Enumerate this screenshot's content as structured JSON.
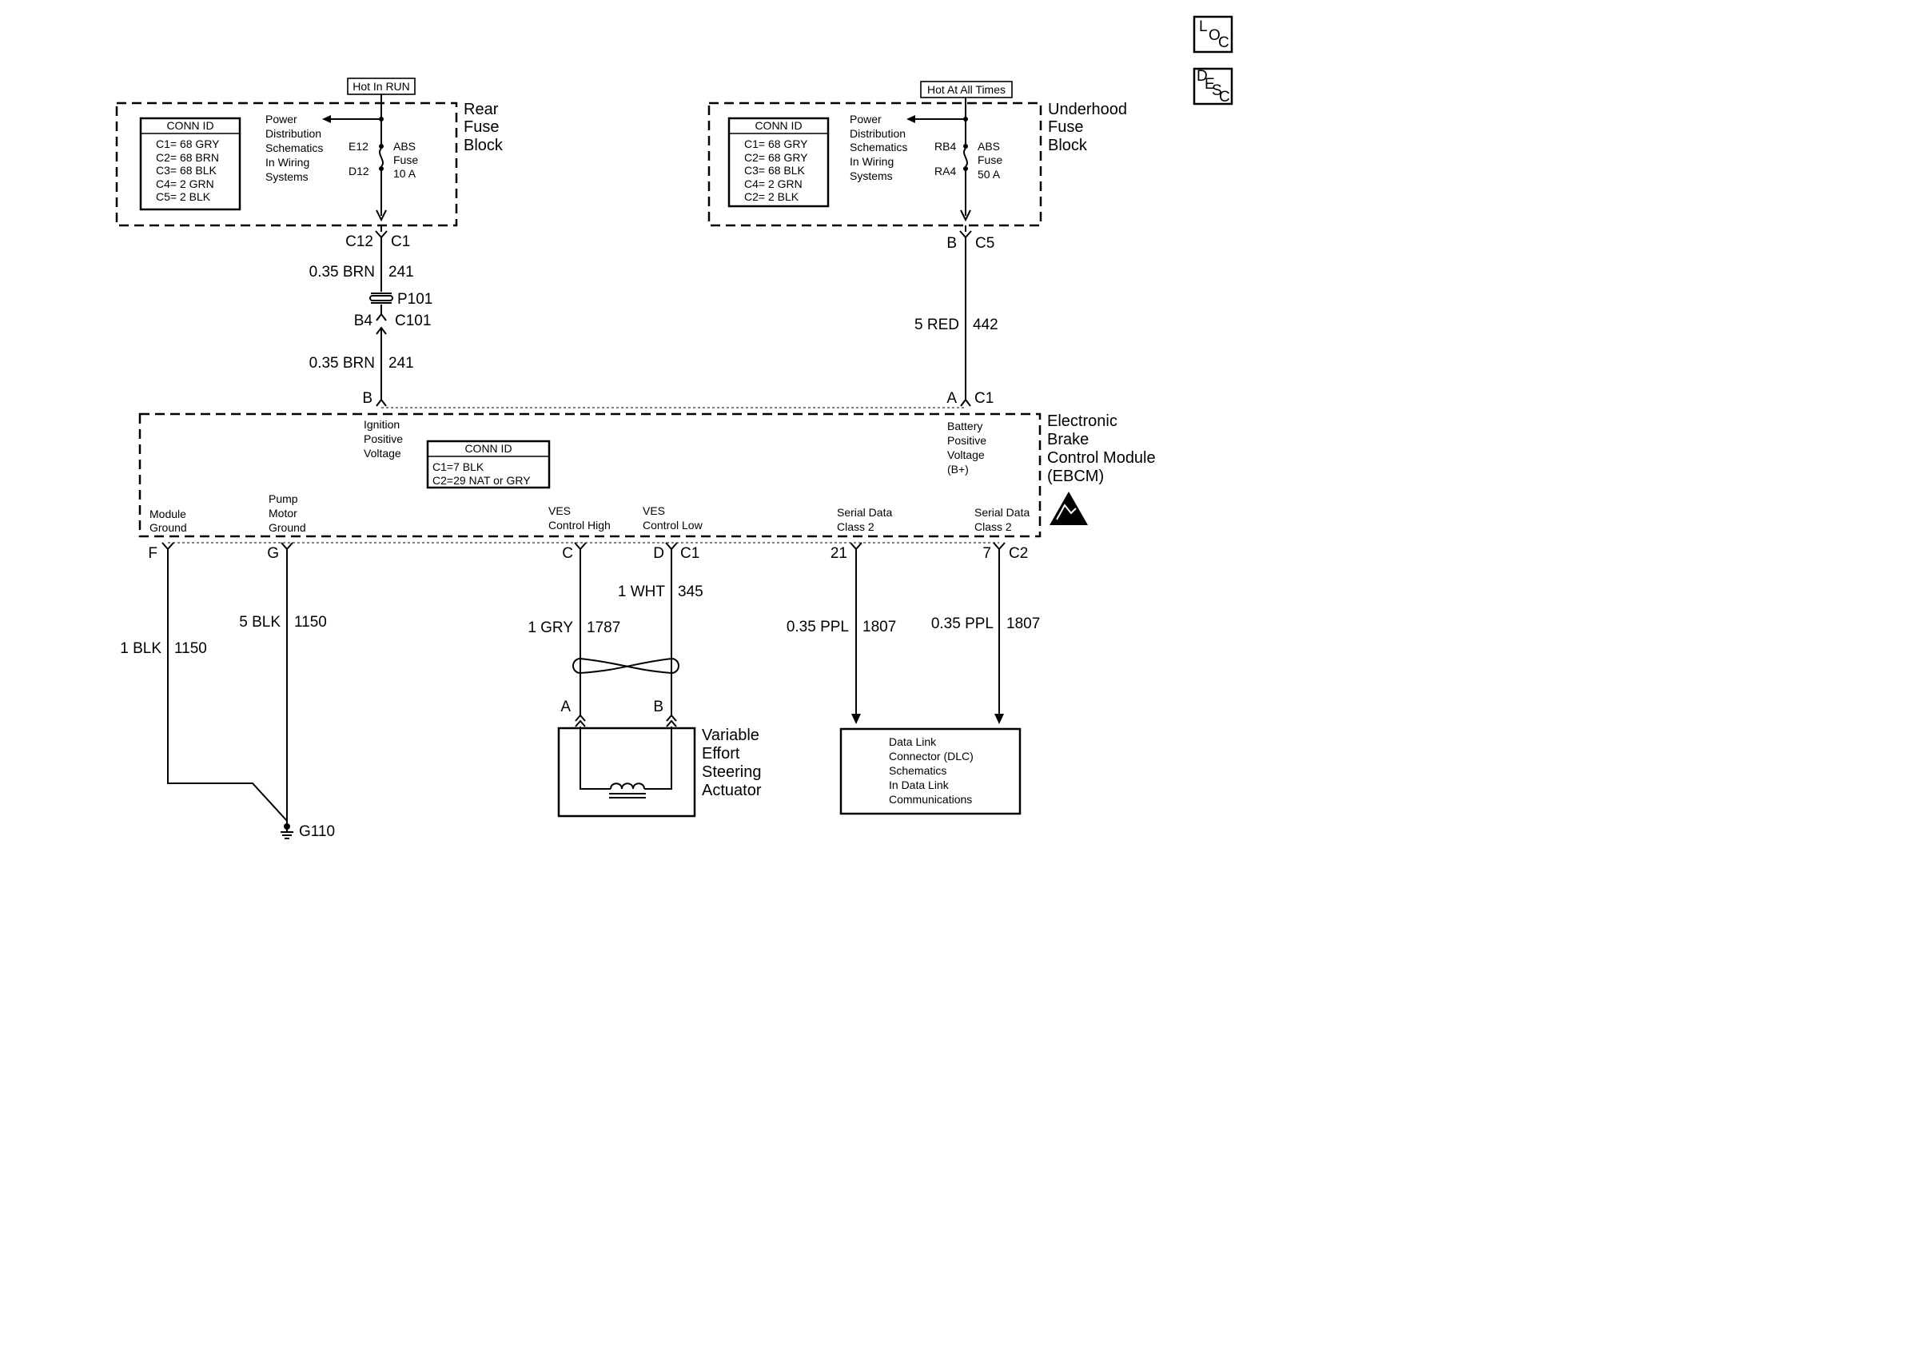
{
  "nav_icons": {
    "loc": [
      "L",
      "O",
      "C"
    ],
    "desc": [
      "D",
      "E",
      "S",
      "C"
    ]
  },
  "rear_fuse_block": {
    "hot_label": "Hot In RUN",
    "title": [
      "Rear",
      "Fuse",
      "Block"
    ],
    "conn_id_title": "CONN ID",
    "conn_ids": [
      "C1= 68 GRY",
      "C2= 68 BRN",
      "C3= 68 BLK",
      "C4= 2 GRN",
      "C5= 2 BLK"
    ],
    "power_dist": [
      "Power",
      "Distribution",
      "Schematics",
      "In Wiring",
      "Systems"
    ],
    "terminal_top": "E12",
    "terminal_bottom": "D12",
    "fuse_label": [
      "ABS",
      "Fuse",
      "10 A"
    ]
  },
  "underhood_fuse_block": {
    "hot_label": "Hot At All Times",
    "title": [
      "Underhood",
      "Fuse",
      "Block"
    ],
    "conn_id_title": "CONN ID",
    "conn_ids": [
      "C1= 68 GRY",
      "C2= 68 GRY",
      "C3= 68 BLK",
      "C4= 2 GRN",
      "C2= 2 BLK"
    ],
    "power_dist": [
      "Power",
      "Distribution",
      "Schematics",
      "In Wiring",
      "Systems"
    ],
    "terminal_top": "RB4",
    "terminal_bottom": "RA4",
    "fuse_label": [
      "ABS",
      "Fuse",
      "50 A"
    ]
  },
  "ignition_circuit": {
    "conn_top_left": "C12",
    "conn_top_right": "C1",
    "wire_upper": "0.35 BRN",
    "circuit_upper": "241",
    "splice": "P101",
    "inline_pin": "B4",
    "inline_conn": "C101",
    "wire_lower": "0.35 BRN",
    "circuit_lower": "241",
    "ebcm_pin": "B"
  },
  "battery_circuit": {
    "conn_top_left": "B",
    "conn_top_right": "C5",
    "wire": "5 RED",
    "circuit": "442",
    "ebcm_pin": "A",
    "ebcm_conn": "C1"
  },
  "ebcm": {
    "title": [
      "Electronic",
      "Brake",
      "Control Module",
      "(EBCM)"
    ],
    "ignition_label": [
      "Ignition",
      "Positive",
      "Voltage"
    ],
    "battery_label": [
      "Battery",
      "Positive",
      "Voltage",
      "(B+)"
    ],
    "conn_id_title": "CONN ID",
    "conn_ids": [
      "C1=7 BLK",
      "C2=29 NAT or GRY"
    ],
    "pins": [
      {
        "label": [
          "Module",
          "Ground"
        ],
        "pin": "F",
        "conn": ""
      },
      {
        "label": [
          "Pump",
          "Motor",
          "Ground"
        ],
        "pin": "G",
        "conn": ""
      },
      {
        "label": [
          "VES",
          "Control High"
        ],
        "pin": "C",
        "conn": ""
      },
      {
        "label": [
          "VES",
          "Control Low"
        ],
        "pin": "D",
        "conn": "C1"
      },
      {
        "label": [
          "Serial Data",
          "Class 2"
        ],
        "pin": "21",
        "conn": ""
      },
      {
        "label": [
          "Serial Data",
          "Class 2"
        ],
        "pin": "7",
        "conn": "C2"
      }
    ]
  },
  "lower_wires": [
    {
      "wire": "1 BLK",
      "circuit": "1150"
    },
    {
      "wire": "5 BLK",
      "circuit": "1150"
    },
    {
      "wire": "1 GRY",
      "circuit": "1787"
    },
    {
      "wire": "1 WHT",
      "circuit": "345"
    },
    {
      "wire": "0.35 PPL",
      "circuit": "1807"
    },
    {
      "wire": "0.35 PPL",
      "circuit": "1807"
    }
  ],
  "ground": "G110",
  "actuator": {
    "pin_a": "A",
    "pin_b": "B",
    "title": [
      "Variable",
      "Effort",
      "Steering",
      "Actuator"
    ]
  },
  "dlc": {
    "text": [
      "Data Link",
      "Connector (DLC)",
      "Schematics",
      "In Data Link",
      "Communications"
    ]
  }
}
